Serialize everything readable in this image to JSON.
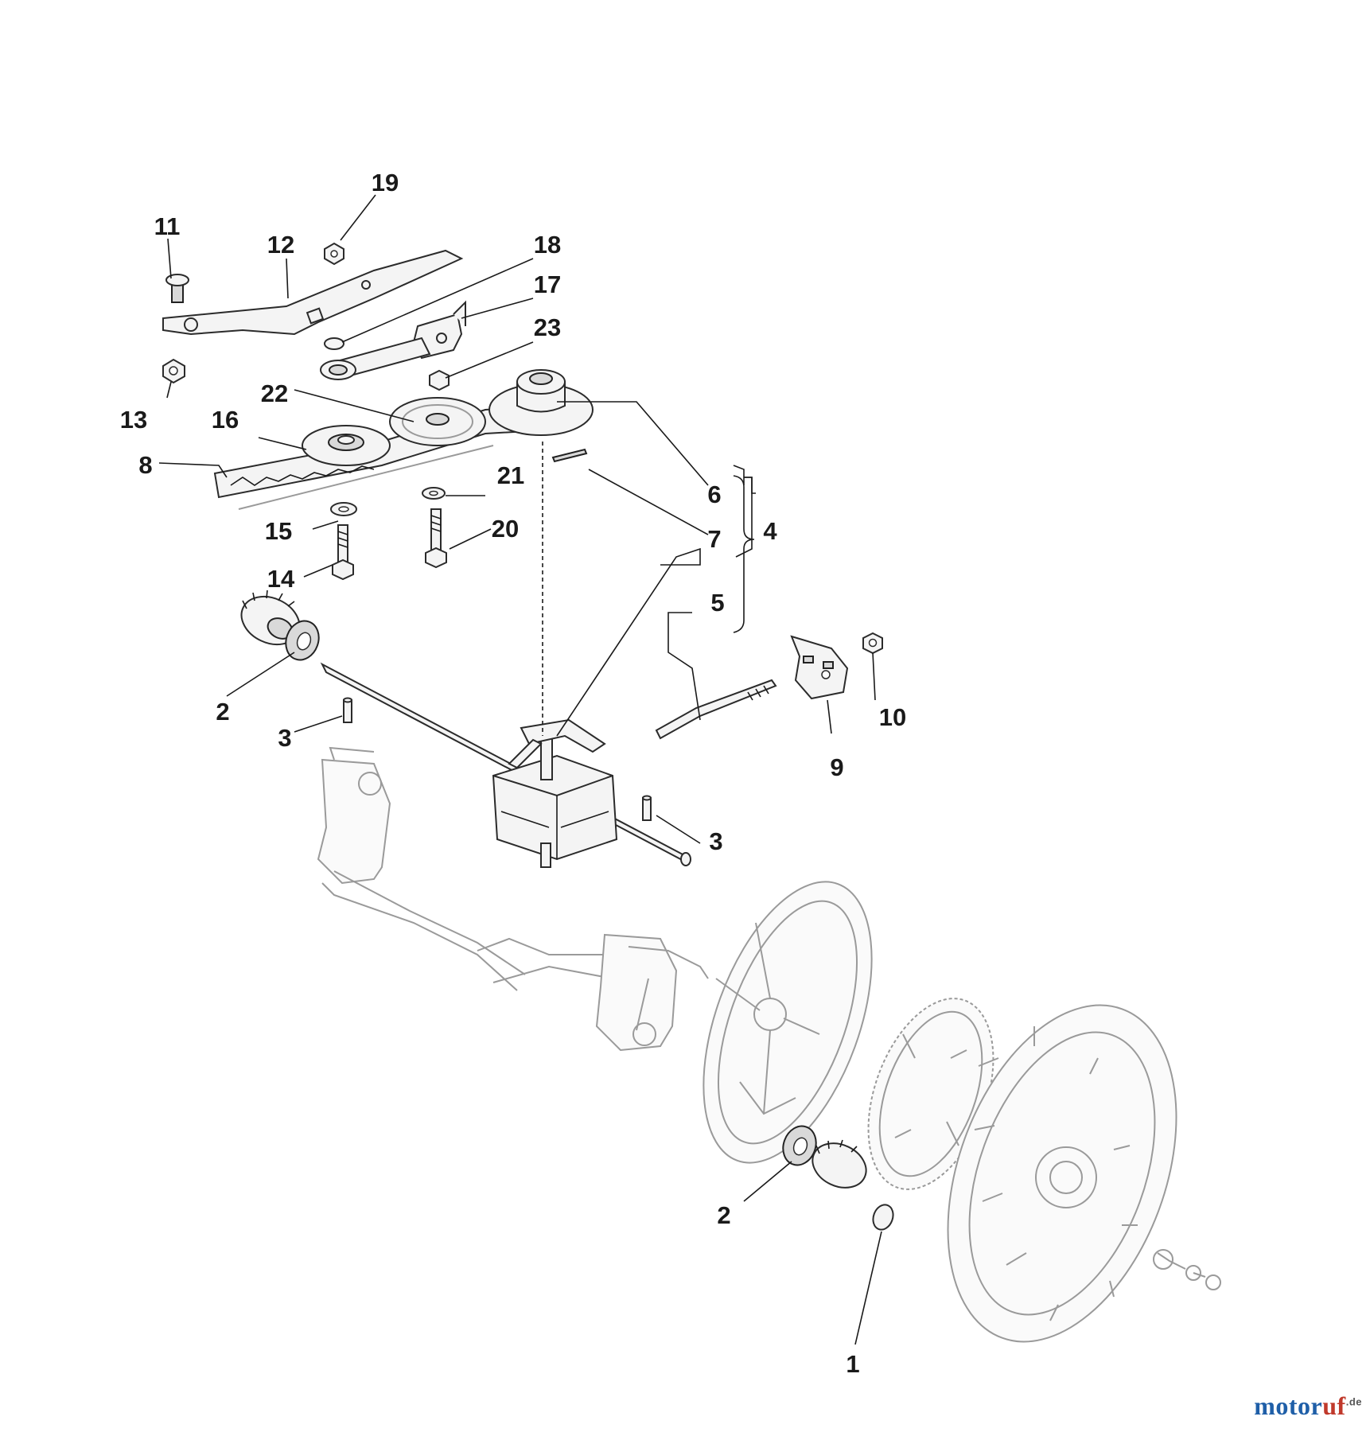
{
  "watermark": {
    "brand_primary": "motor",
    "brand_accent": "uf",
    "domain_suffix": ".de"
  },
  "callouts": {
    "c19": "19",
    "c11": "11",
    "c12": "12",
    "c18": "18",
    "c17": "17",
    "c23": "23",
    "c13": "13",
    "c22": "22",
    "c16": "16",
    "c8": "8",
    "c6": "6",
    "c21": "21",
    "c4": "4",
    "c7": "7",
    "c15": "15",
    "c20": "20",
    "c14": "14",
    "c5": "5",
    "c10": "10",
    "c2a": "2",
    "c3a": "3",
    "c9": "9",
    "c3b": "3",
    "c2b": "2",
    "c1": "1"
  },
  "colors": {
    "ink": "#1a1a1a",
    "ghost": "#9a9a9a",
    "brand_blue": "#1f5fa8",
    "brand_red": "#c0392b"
  }
}
